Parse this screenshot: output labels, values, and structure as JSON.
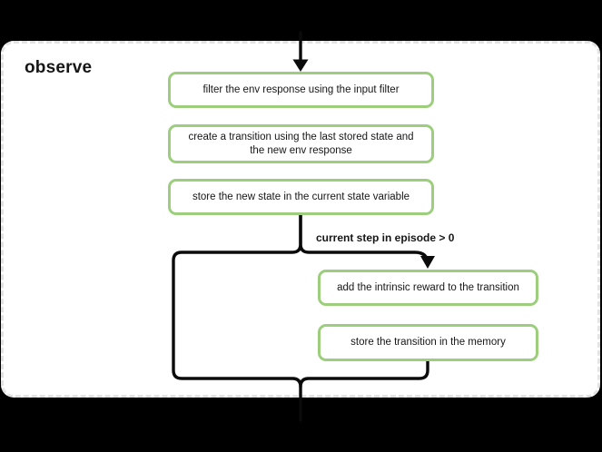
{
  "title": "observe",
  "colors": {
    "background": "#000000",
    "panel": "#ffffff",
    "panel_border": "#e3e3e3",
    "box_border": "#9dce7e",
    "connector": "#0b0b0b",
    "text": "#161616"
  },
  "flow": {
    "steps": [
      {
        "label": "filter the env response using the input filter"
      },
      {
        "label": "create a transition using the last stored state and the new env response"
      },
      {
        "label": "store the new state in the current state variable"
      },
      {
        "label": "add the intrinsic reward to the transition"
      },
      {
        "label": "store the transition in the memory"
      }
    ],
    "condition_label": "current step in episode > 0"
  }
}
